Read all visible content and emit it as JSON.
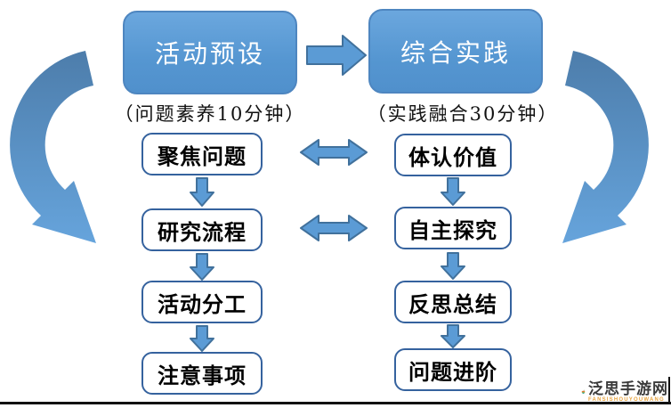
{
  "diagram": {
    "left_column": {
      "stage_label": "活动预设",
      "caption": "（问题素养10分钟）",
      "steps": [
        "聚焦问题",
        "研究流程",
        "活动分工",
        "注意事项"
      ]
    },
    "right_column": {
      "stage_label": "综合实践",
      "caption": "（实践融合30分钟）",
      "steps": [
        "体认价值",
        "自主探究",
        "反思总结",
        "问题进阶"
      ]
    },
    "colors": {
      "arrow_fill": "#5b9bd5",
      "arrow_border": "#41719c",
      "stage_fill": "#5b9bd5",
      "stage_border": "#4e86c0",
      "step_border": "#35629e",
      "curve_gradient_top": "#4d7dab",
      "curve_gradient_bottom": "#66a4dc"
    }
  },
  "watermark": {
    "site_name": "泛思手游网",
    "site_slug": "FANSISHOUYOUWANG"
  }
}
